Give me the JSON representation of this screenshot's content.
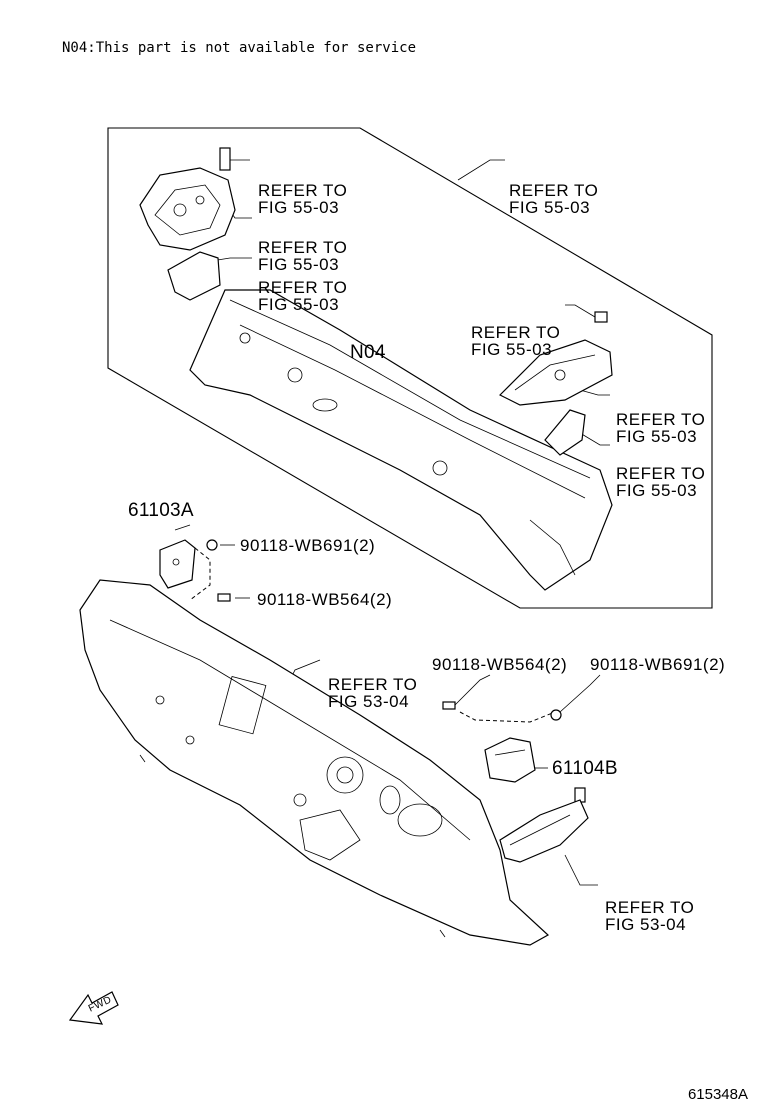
{
  "note": "N04:This part is not available for service",
  "labels": {
    "refer_a": [
      "REFER TO",
      "FIG 55-03"
    ],
    "refer_b": [
      "REFER TO",
      "FIG 55-03"
    ],
    "refer_c": [
      "REFER TO",
      "FIG 55-03"
    ],
    "refer_d": [
      "REFER TO",
      "FIG 55-03"
    ],
    "refer_e": [
      "REFER TO",
      "FIG 55-03"
    ],
    "refer_f": [
      "REFER TO",
      "FIG 55-03"
    ],
    "refer_g": [
      "REFER TO",
      "FIG 55-03"
    ],
    "refer_h": [
      "REFER TO",
      "FIG 53-04"
    ],
    "refer_i": [
      "REFER TO",
      "FIG 53-04"
    ],
    "n04": "N04",
    "p61103a": "61103A",
    "p61104b": "61104B",
    "bolt_a": "90118-WB691(2)",
    "bolt_b": "90118-WB564(2)",
    "bolt_c": "90118-WB564(2)",
    "bolt_d": "90118-WB691(2)",
    "fwd": "FWD"
  },
  "figure_code": "615348A"
}
